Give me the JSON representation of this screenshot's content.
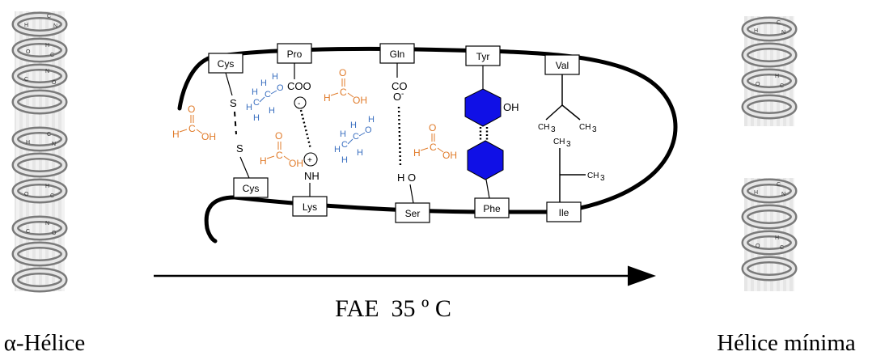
{
  "colors": {
    "formic": "#e07b2a",
    "ethanol": "#3a6fc0",
    "aromatic": "#1010e6"
  },
  "labels": {
    "left_title": "α-Hélice",
    "right_title": "Hélice mínima",
    "arrow_label": "FAE  35 º C"
  },
  "residues": {
    "top": [
      "Cys",
      "Pro",
      "Gln",
      "Tyr",
      "Val"
    ],
    "bottom": [
      "Cys",
      "Lys",
      "Ser",
      "Phe",
      "Ile"
    ]
  },
  "groups": {
    "s1": "S",
    "s2": "S",
    "coo": "COO",
    "minus": "-",
    "plus": "+",
    "nh": "NH",
    "co": "CO",
    "o_minus": "O",
    "o_minus_sup": "-",
    "ho": "H O",
    "oh_tyr": "OH",
    "ch3": "CH",
    "ch3_sub": "3"
  },
  "formic": {
    "h": "H",
    "c": "C",
    "o": "O",
    "oh": "OH"
  },
  "ethanol": {
    "h": "H",
    "c": "C",
    "o": "O"
  }
}
